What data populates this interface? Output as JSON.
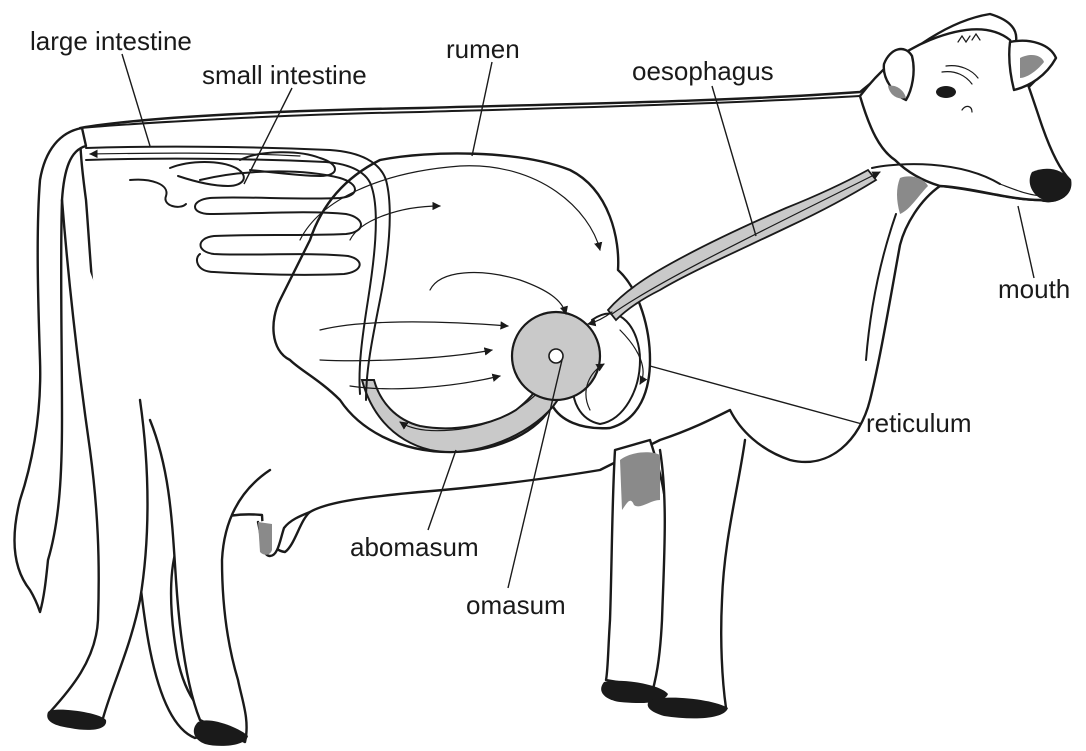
{
  "labels": {
    "large_intestine": "large intestine",
    "small_intestine": "small intestine",
    "rumen": "rumen",
    "oesophagus": "oesophagus",
    "mouth": "mouth",
    "reticulum": "reticulum",
    "abomasum": "abomasum",
    "omasum": "omasum"
  },
  "colors": {
    "outline": "#1a1a1a",
    "organ_fill": "#c9c9c9",
    "patch_fill": "#8a8a8a",
    "hoof_fill": "#1a1a1a"
  }
}
